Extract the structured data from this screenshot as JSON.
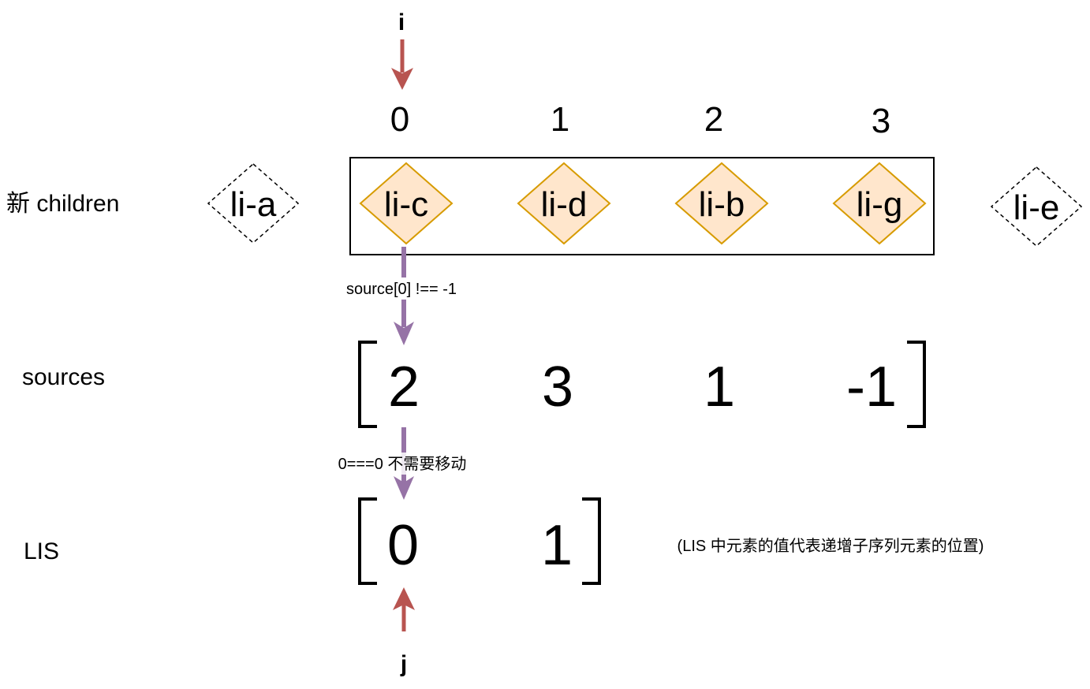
{
  "pointers": {
    "i": "i",
    "j": "j"
  },
  "indices": [
    "0",
    "1",
    "2",
    "3"
  ],
  "rows": {
    "new_children_label": "新 children",
    "sources_label": "sources",
    "lis_label": "LIS"
  },
  "new_children": {
    "outside_left": "li-a",
    "nodes": [
      "li-c",
      "li-d",
      "li-b",
      "li-g"
    ],
    "outside_right": "li-e"
  },
  "sources": [
    "2",
    "3",
    "1",
    "-1"
  ],
  "lis": [
    "0",
    "1"
  ],
  "edge_labels": {
    "to_sources": "source[0] !== -1",
    "to_lis": "0===0 不需要移动"
  },
  "note": "(LIS 中元素的值代表递增子序列元素的位置)",
  "colors": {
    "pointer_arrow": "#b85450",
    "flow_arrow": "#9673a6",
    "node_fill": "#ffe6cc",
    "node_stroke": "#d79b00"
  }
}
